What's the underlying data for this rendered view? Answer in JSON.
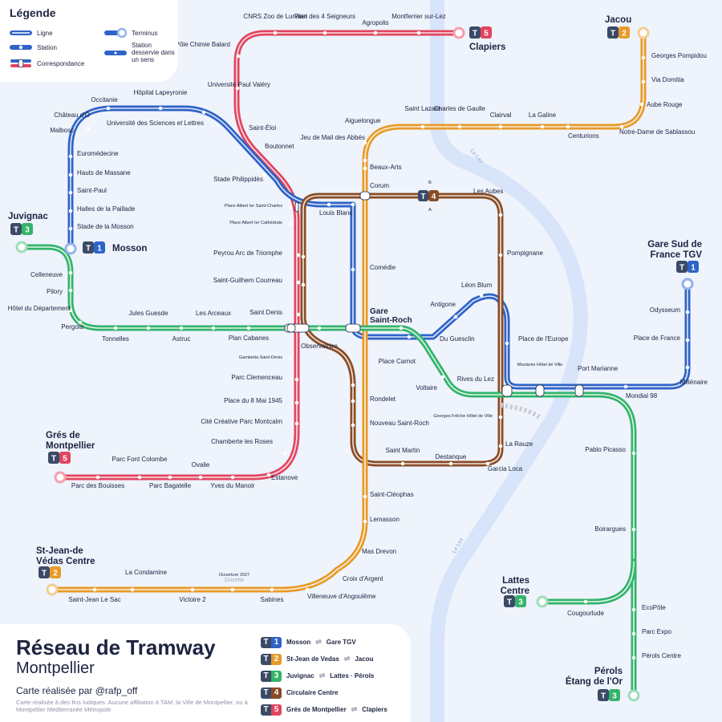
{
  "colors": {
    "T1": "#2f63c8",
    "T2": "#e89a28",
    "T3": "#33b46b",
    "T4": "#8a4c25",
    "T5": "#e2455f",
    "badge_bg": "#3b4a66",
    "river": "#d7e4fa",
    "background": "#eef3fc"
  },
  "legend": {
    "title": "Légende",
    "items": [
      {
        "label": "Ligne",
        "icon": "line-symbol"
      },
      {
        "label": "Terminus",
        "icon": "terminus-symbol"
      },
      {
        "label": "Station",
        "icon": "station-symbol"
      },
      {
        "label": "Station desservie dans un sens",
        "icon": "one-way-station-symbol"
      },
      {
        "label": "Correspondance",
        "icon": "interchange-symbol"
      }
    ]
  },
  "title": {
    "main": "Réseau de Tramway",
    "city": "Montpellier",
    "credit": "Carte réalisée par @rafp_off",
    "note": "Carte réalisée à des fins ludiques. Aucune affiliation à TAM, la Ville de Montpellier, ou à Montpellier Méditerranée Métropole"
  },
  "lines": [
    {
      "t": "T",
      "n": "1",
      "color": "#2f63c8",
      "from": "Mosson",
      "to": "Gare TGV"
    },
    {
      "t": "T",
      "n": "2",
      "color": "#e89a28",
      "from": "St-Jean de Vedas",
      "to": "Jacou"
    },
    {
      "t": "T",
      "n": "3",
      "color": "#33b46b",
      "from": "Juvignac",
      "to": "Lattes · Pérols"
    },
    {
      "t": "T",
      "n": "4",
      "color": "#8a4c25",
      "from": "Circulaire Centre",
      "to": ""
    },
    {
      "t": "T",
      "n": "5",
      "color": "#e2455f",
      "from": "Grés de Montpellier",
      "to": "Clapiers"
    }
  ],
  "river": {
    "name": "Le Lez"
  },
  "terminus_labels": {
    "clapiers": "Clapiers",
    "jacou": "Jacou",
    "juvignac": "Juvignac",
    "mosson": "Mosson",
    "gare_tgv": "Gare Sud de France TGV",
    "gres": "Grés de Montpellier",
    "st_jean": "St-Jean-de Védas Centre",
    "lattes": "Lattes Centre",
    "perols": "Pérols Étang de l'Or",
    "gare_st_roch": "Gare Saint-Roch"
  },
  "t4_direction": {
    "a": "A",
    "b": "B"
  },
  "future_station": {
    "note": "Ouverture 2027",
    "name": "Grisette"
  },
  "stations": {
    "t5": [
      "CNRS Zoo de Lunaret",
      "Plan des 4 Seigneurs",
      "Agropolis",
      "Montferrier sur-Lez",
      "Pôle Chimie Balard",
      "Université Paul Valéry",
      "Saint-Éloi",
      "Boutonnet",
      "Place Albert Ier Saint-Charles",
      "Place Albert Ier Cathédrale",
      "Peyrou Arc de Triomphe",
      "Saint-Guilhem Courreau",
      "Saint Denis",
      "Gambetta Saint-Denis",
      "Parc Clemenceau",
      "Place du 8 Mai 1945",
      "Cité Créative Parc Montcalm",
      "Chamberte les Roses",
      "Estanove",
      "Yves du Manoir",
      "Ovalie",
      "Parc Bagatelle",
      "Parc Font Colombe",
      "Parc des Bouisses"
    ],
    "t1": [
      "Château d'Ô",
      "Occitanie",
      "Hôpital Lapeyronie",
      "Université des Sciences et Lettres",
      "Malbosc",
      "Euromédecine",
      "Hauts de Massane",
      "Saint-Paul",
      "Halles de la Paillade",
      "Stade de la Mosson",
      "Stade Philippidès",
      "Louis Blanc",
      "Corum",
      "Comédie",
      "Du Guesclin",
      "Antigone",
      "Léon Blum",
      "Place de l'Europe",
      "Rives du Lez",
      "Moularès Hôtel de Ville",
      "Port Marianne",
      "Mondial 98",
      "Millénaire",
      "Place de France",
      "Odysseum"
    ],
    "t2": [
      "Georges Pompidou",
      "Via Domitia",
      "Aube Rouge",
      "Notre-Dame de Sablassou",
      "Centurions",
      "La Galine",
      "Clairval",
      "Charles de Gaulle",
      "Saint Lazare",
      "Aiguelongue",
      "Jeu de Mail des Abbés",
      "Beaux-Arts",
      "Rondelet",
      "Nouveau Saint-Roch",
      "Saint-Cléophas",
      "Lemasson",
      "Mas Drevon",
      "Croix d'Argent",
      "Villeneuve d'Angoulême",
      "Sabines",
      "Victoire 2",
      "La Condamine",
      "Saint-Jean Le Sac"
    ],
    "t3": [
      "Celleneuve",
      "Pilory",
      "Hôtel du Département",
      "Pergola",
      "Tonnelles",
      "Jules Guesde",
      "Astruc",
      "Les Arceaux",
      "Plan Cabanes",
      "Observatoire",
      "Place Carnot",
      "Voltaire",
      "Pablo Picasso",
      "Boirargues",
      "EcoPôle",
      "Parc Expo",
      "Pérols Centre",
      "Cougourlude"
    ],
    "t4": [
      "Les Aubes",
      "Pompignane",
      "Georges Frêche Hôtel de Ville",
      "La Rauze",
      "Garcia Loca",
      "Destanque",
      "Saint Martin"
    ]
  }
}
